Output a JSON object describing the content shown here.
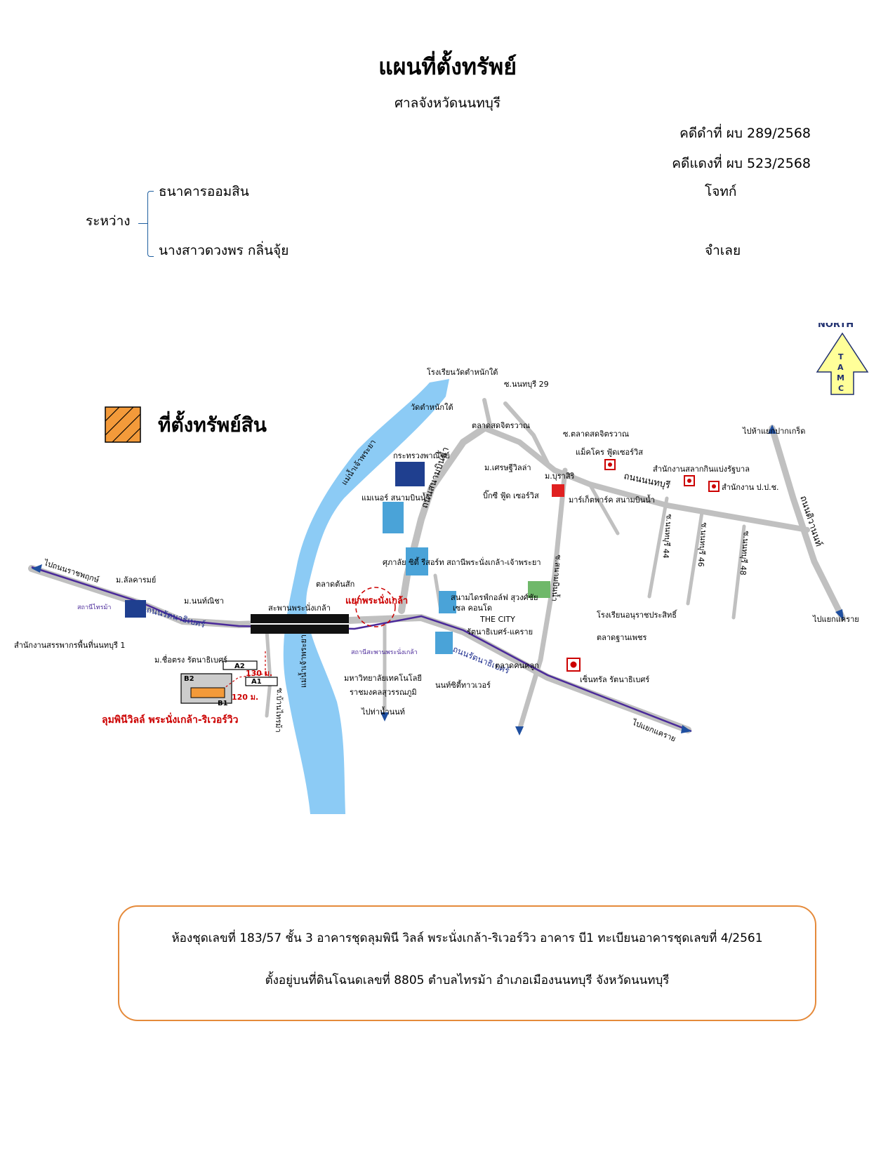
{
  "header": {
    "title": "แผนที่ตั้งทรัพย์",
    "court": "ศาลจังหวัดนนทบุรี",
    "black_case": "คดีดำที่ ผบ 289/2568",
    "red_case": "คดีแดงที่ ผบ 523/2568"
  },
  "parties": {
    "between_label": "ระหว่าง",
    "plaintiff_name": "ธนาคารออมสิน",
    "plaintiff_role": "โจทก์",
    "defendant_name": "นางสาวดวงพร กลิ่นจุ้ย",
    "defendant_role": "จำเลย"
  },
  "legend": {
    "label": "ที่ตั้งทรัพย์สิน",
    "swatch_color": "#f39a3a"
  },
  "compass": {
    "label": "NORTH",
    "letters": [
      "T",
      "A",
      "M",
      "C"
    ]
  },
  "map": {
    "river_color": "#8ccbf5",
    "road_color": "#c0c0c0",
    "route_color": "#4b2a9a",
    "labels": {
      "school_wat": "โรงเรียนวัดตำหนักใต้",
      "soi29": "ซ.นนทบุรี 29",
      "wat": "วัดตำหนักใต้",
      "market_sodjit": "ตลาดสดจิตรวาณ",
      "soi_market": "ซ.ตลาดสดจิตรวาณ",
      "to_pakkret": "ไปห้าแยกปากเกร็ด",
      "river": "แม่น้ำเจ้าพระยา",
      "river2": "แม่น้ำเจ้าพระยา",
      "ministry": "กระทรวงพาณิชย์",
      "sriram": "ม.เศรษฐีวิลล่า",
      "makro": "แม็คโคร ฟู้ดเซอร์วิส",
      "lottery": "สำนักงานสลากกินแบ่งรัฐบาล",
      "ppch": "สำนักงาน ป.ป.ช.",
      "manor": "แมเนอร์ สนามบินน้ำ",
      "sanambinnam_rd": "ถนนสนามบินน้ำ",
      "burasiri": "ม.บุราสิริ",
      "nonthaburi_rd": "ถนนนนทบุรี",
      "tiwanon_rd": "ถนนติวานนท์",
      "bigc": "บิ๊กซี ฟู้ด เซอร์วิส",
      "market_park": "มาร์เก็ตพาร์ค สนามบินน้ำ",
      "soi44": "ซ.นนทบุรี 44",
      "soi46": "ซ.นนทบุรี 46",
      "soi48": "ซ.นนทบุรี 48",
      "to_nonthaburi_bridge": "ไปถนนราชพฤกษ์",
      "lalkarom": "ม.ลัลคารมย์",
      "supalai": "ศุภาลัย ซิตี้ รีสอร์ท สถานีพระนั่งเกล้า-เจ้าพระยา",
      "soi_sanam": "ซ.สนามบินน้ำ",
      "talad_tonsak": "ตลาดต้นสัก",
      "nonthicha": "ม.นนท์ณิชา",
      "station_thraima": "สถานีไทรม้า",
      "rattanathibet_rd": "ถนนรัตนาธิเบศร์",
      "intersection": "แยกพระนั่งเกล้า",
      "golf": "สนามไดรฟ์กอล์ฟ สุวงศ์ชัย",
      "school_anurat": "โรงเรียนอนุราชประสิทธิ์",
      "revenue": "สำนักงานสรรพากรพื้นที่นนทบุรี 1",
      "bridge": "สะพานพระนั่งเกล้า",
      "cell_condo": "เซล คอนโด",
      "the_city": "THE CITY",
      "the_city2": "รัตนาธิเบศร์-แคราย",
      "talad_chuanpetch": "ตลาดฐานเพชร",
      "to_kaeray": "ไปแยกแคราย",
      "chuetrong": "ม.ชื่อตรง รัตนาธิเบศร์",
      "station_prananklao": "สถานีสะพานพระนั่งเกล้า",
      "rattanathibet_rd2": "ถนนรัตนาธิเบศร์",
      "talad_khonkhuk": "ตลาดคนคลูก",
      "central": "เซ็นทรัล รัตนาธิเบศร์",
      "dist130": "130 ม.",
      "dist120": "120 ม.",
      "rmutsb": "มหาวิทยาลัยเทคโนโลยี",
      "rmutsb2": "ราชมงคลสุวรรณภูมิ",
      "nonthicity": "นนท์ซิตี้ทาวเวอร์",
      "to_tanam": "ไปท่าน้ำนนท์",
      "to_kaeray2": "ไปแยกแคราย",
      "soi_bangsithong": "ซ.บ้านไทรม้า",
      "a2": "A2",
      "a1": "A1",
      "b2": "B2",
      "b1": "B1",
      "lumpini": "ลุมพินีวิลล์ พระนั่งเกล้า-ริเวอร์วิว"
    }
  },
  "property": {
    "line1": "ห้องชุดเลขที่   183/57 ชั้น 3 อาคารชุดลุมพินี วิลล์ พระนั่งเกล้า-ริเวอร์วิว อาคาร บี1 ทะเบียนอาคารชุดเลขที่ 4/2561",
    "line2": "ตั้งอยู่บนที่ดินโฉนดเลขที่ 8805 ตำบลไทรม้า อำเภอเมืองนนทบุรี จังหวัดนนทบุรี"
  }
}
